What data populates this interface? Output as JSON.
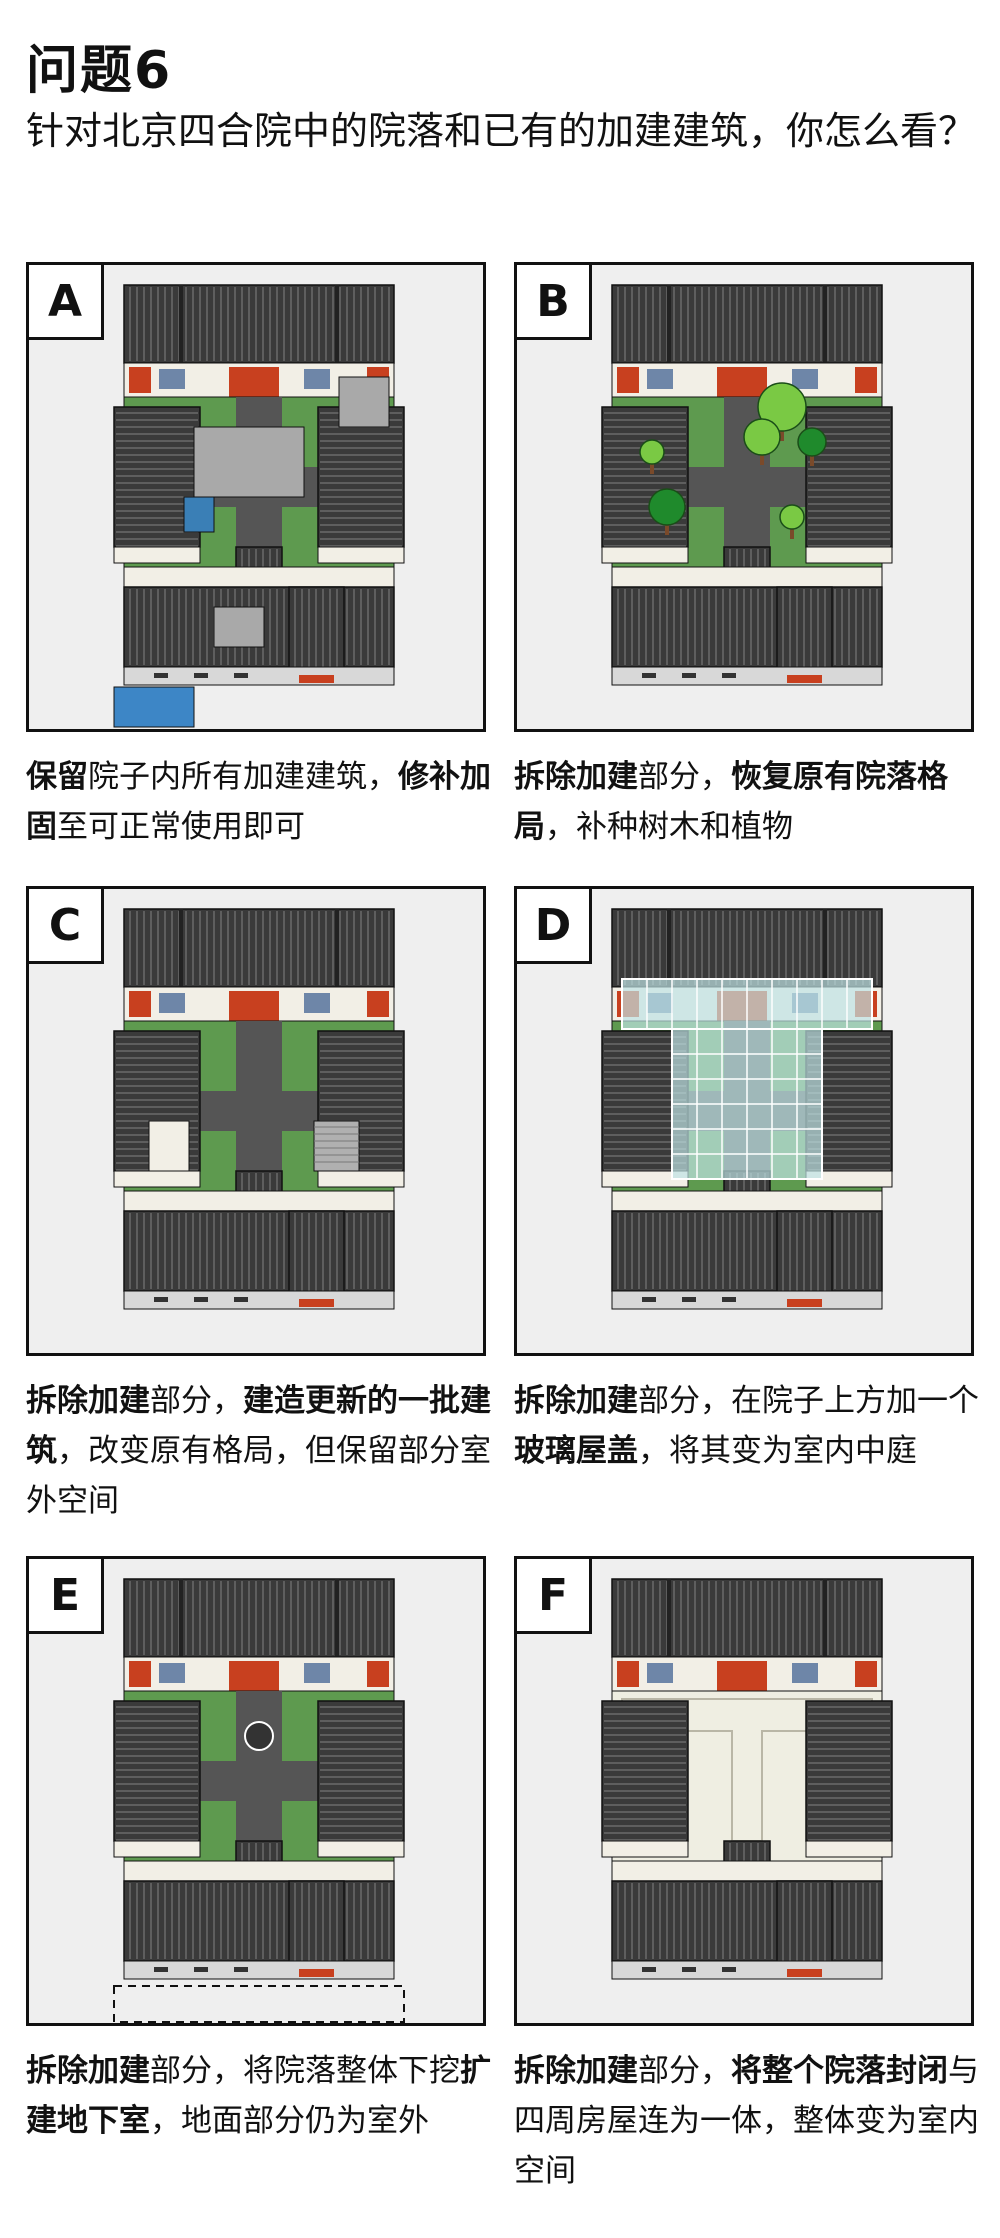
{
  "header": {
    "title": "问题6",
    "question": "针对北京四合院中的院落和已有的加建建筑，你怎么看？"
  },
  "options": [
    {
      "letter": "A",
      "caption": [
        {
          "text": "保留",
          "bold": true
        },
        {
          "text": "院子内所有加建建筑，",
          "bold": false
        },
        {
          "text": "修补加固",
          "bold": true
        },
        {
          "text": "至可正常使用即可",
          "bold": false
        }
      ]
    },
    {
      "letter": "B",
      "caption": [
        {
          "text": "拆除加建",
          "bold": true
        },
        {
          "text": "部分，",
          "bold": false
        },
        {
          "text": "恢复原有院落格局",
          "bold": true
        },
        {
          "text": "，补种树木和植物",
          "bold": false
        }
      ]
    },
    {
      "letter": "C",
      "caption": [
        {
          "text": "拆除加建",
          "bold": true
        },
        {
          "text": "部分，",
          "bold": false
        },
        {
          "text": "建造更新的一批建筑",
          "bold": true
        },
        {
          "text": "，改变原有格局，但保留部分室外空间",
          "bold": false
        }
      ]
    },
    {
      "letter": "D",
      "caption": [
        {
          "text": "拆除加建",
          "bold": true
        },
        {
          "text": "部分，在院子上方加一个",
          "bold": false
        },
        {
          "text": "玻璃屋盖",
          "bold": true
        },
        {
          "text": "，将其变为室内中庭",
          "bold": false
        }
      ]
    },
    {
      "letter": "E",
      "caption": [
        {
          "text": "拆除加建",
          "bold": true
        },
        {
          "text": "部分，将院落整体下挖",
          "bold": false
        },
        {
          "text": "扩建地下室",
          "bold": true
        },
        {
          "text": "，地面部分仍为室外",
          "bold": false
        }
      ]
    },
    {
      "letter": "F",
      "caption": [
        {
          "text": "拆除加建",
          "bold": true
        },
        {
          "text": "部分，",
          "bold": false
        },
        {
          "text": "将整个院落封闭",
          "bold": true
        },
        {
          "text": "与四周房屋连为一体，整体变为室内空间",
          "bold": false
        }
      ]
    }
  ],
  "colors": {
    "roof": "#3a3a3a",
    "roof_line": "#6b6b6b",
    "ridge": "#222222",
    "courtyard": "#5e9a4f",
    "path": "#555555",
    "wall": "#f2efe6",
    "door_red": "#c8401f",
    "window_blue": "#6e86a8",
    "addition_gray": "#a9a9a9",
    "blue_roof": "#3d86c6",
    "tree_dark": "#1f8a2c",
    "tree_light": "#7ac944",
    "glass": "#bfe3e4",
    "enclosed": "#efeee2",
    "card_bg": "#efefef"
  }
}
